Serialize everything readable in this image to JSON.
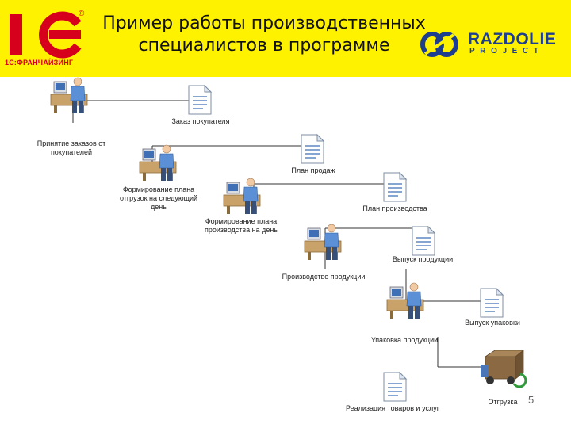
{
  "header": {
    "title_line1": "Пример работы производственных",
    "title_line2": "специалистов в программе",
    "logo_1c_caption": "1С:ФРАНЧАЙЗИНГ",
    "logo_1c_mark": "1С",
    "registered_mark": "®",
    "razdolie_name": "RAZDOLIE",
    "razdolie_sub": "PROJECT",
    "colors": {
      "background": "#fff200",
      "brand_red": "#d6001c",
      "brand_blue": "#1e3f8f"
    }
  },
  "steps": [
    {
      "role_label": "Принятие заказов от покупателей",
      "document_label": "Заказ покупателя"
    },
    {
      "role_label": "Формирование плана отгрузок на следующий день",
      "document_label": "План продаж"
    },
    {
      "role_label": "Формирование плана производства на день",
      "document_label": "План производства"
    },
    {
      "role_label": "Производство продукции",
      "document_label": "Выпуск продукции"
    },
    {
      "role_label": "Упаковка продукции",
      "document_label": "Выпуск упаковки"
    },
    {
      "role_label": "Отгрузка",
      "document_label": "Реализация товаров и услуг"
    }
  ],
  "page_number": "5"
}
